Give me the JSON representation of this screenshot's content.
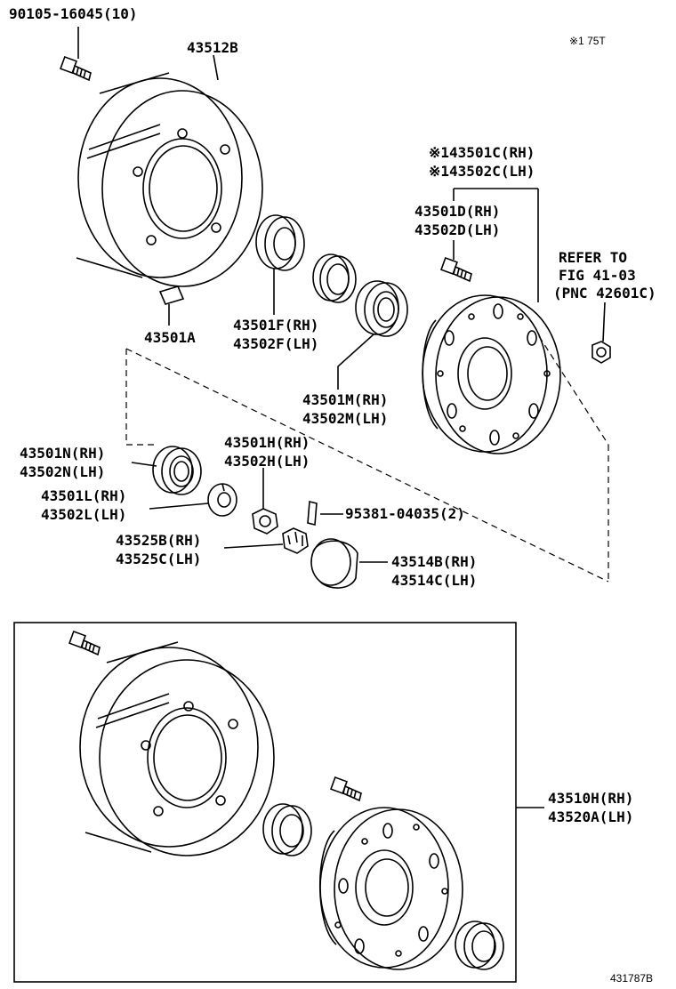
{
  "labels": {
    "bolt_top": "90105-16045(10)",
    "drum": "43512B",
    "note_75t": "※1 75T",
    "hub_assy_rh": "※143501C(RH)",
    "hub_assy_lh": "※143502C(LH)",
    "hub_bolt_rh": "43501D(RH)",
    "hub_bolt_lh": "43502D(LH)",
    "refer_1": "REFER TO",
    "refer_2": "FIG 41-03",
    "refer_3": "(PNC 42601C)",
    "seal_f_rh": "43501F(RH)",
    "seal_f_lh": "43502F(LH)",
    "clip": "43501A",
    "bearing_m_rh": "43501M(RH)",
    "bearing_m_lh": "43502M(LH)",
    "bearing_n_rh": "43501N(RH)",
    "bearing_n_lh": "43502N(LH)",
    "nut_h_rh": "43501H(RH)",
    "nut_h_lh": "43502H(LH)",
    "washer_l_rh": "43501L(RH)",
    "washer_l_lh": "43502L(LH)",
    "cotter_pin": "95381-04035(2)",
    "cap_nut_rh": "43525B(RH)",
    "cap_nut_lh": "43525C(LH)",
    "grease_cap_rh": "43514B(RH)",
    "grease_cap_lh": "43514C(LH)",
    "assy_rh": "43510H(RH)",
    "assy_lh": "43520A(LH)",
    "fig_no": "431787B"
  }
}
